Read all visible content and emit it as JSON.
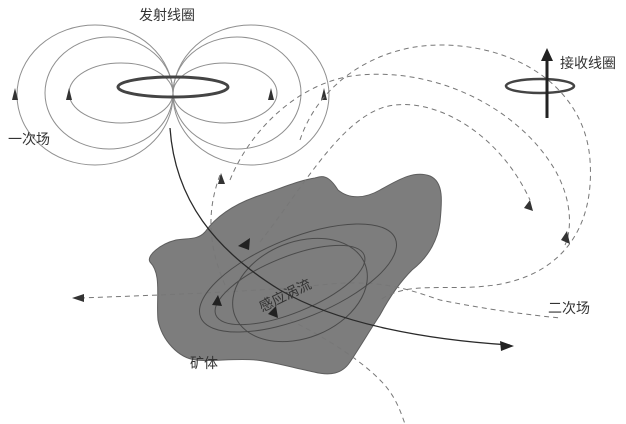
{
  "labels": {
    "transmitter_coil": "发射线圈",
    "receiver_coil": "接收线圈",
    "primary_field": "一次场",
    "secondary_field": "二次场",
    "eddy_current": "感应涡流",
    "ore_body": "矿体"
  },
  "colors": {
    "ore_fill": "#7d7d7d",
    "ore_stroke": "#5e5e5e",
    "coil_stroke": "#444444",
    "field_line": "#8f8f8f",
    "secondary_line": "#777777",
    "arrow_dark": "#2a2a2a",
    "text": "#333333"
  }
}
